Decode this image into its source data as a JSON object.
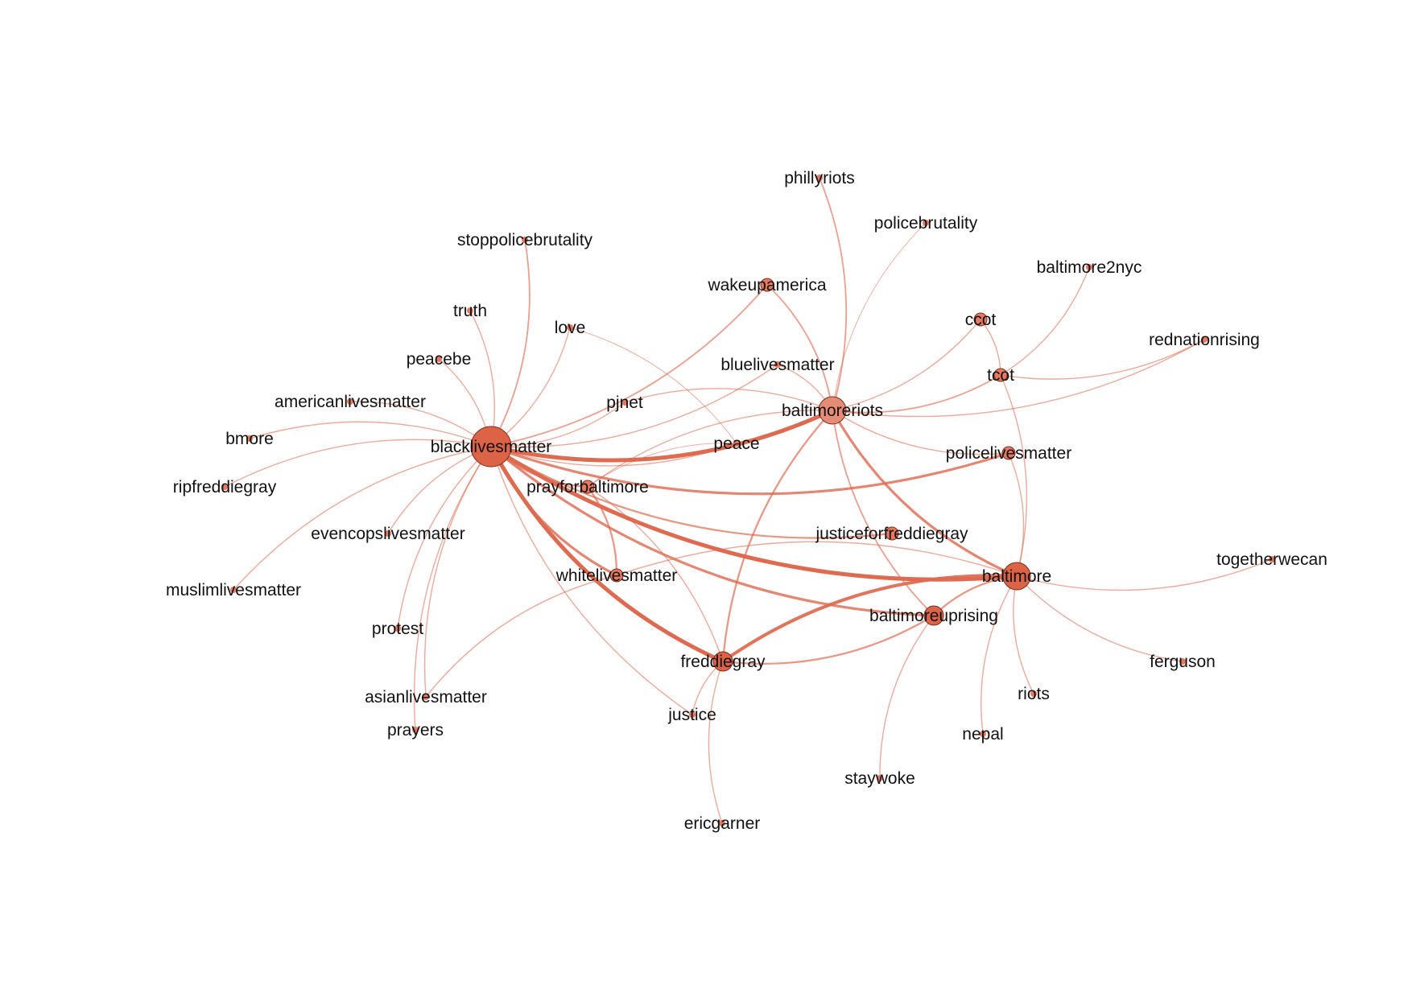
{
  "colors": {
    "edge": "#de6a50",
    "node_main": "#dc6346",
    "node_light": "#e58c76",
    "node_small": "#e67a60",
    "node_stroke": "#7a2d1d",
    "label": "#111111"
  },
  "nodes": [
    {
      "id": "blacklivesmatter",
      "label": "blacklivesmatter",
      "size": "xl"
    },
    {
      "id": "baltimoreriots",
      "label": "baltimoreriots",
      "size": "l",
      "tone": "light"
    },
    {
      "id": "baltimore",
      "label": "baltimore",
      "size": "l"
    },
    {
      "id": "freddiegray",
      "label": "freddiegray",
      "size": "m"
    },
    {
      "id": "baltimoreuprising",
      "label": "baltimoreuprising",
      "size": "m"
    },
    {
      "id": "whitelivesmatter",
      "label": "whitelivesmatter",
      "size": "s"
    },
    {
      "id": "prayforbaltimore",
      "label": "prayforbaltimore",
      "size": "s"
    },
    {
      "id": "policelivesmatter",
      "label": "policelivesmatter",
      "size": "s"
    },
    {
      "id": "justiceforfreddiegray",
      "label": "justiceforfreddiegray",
      "size": "s"
    },
    {
      "id": "wakeupamerica",
      "label": "wakeupamerica",
      "size": "s"
    },
    {
      "id": "tcot",
      "label": "tcot",
      "size": "s"
    },
    {
      "id": "ccot",
      "label": "ccot",
      "size": "s"
    },
    {
      "id": "bluelivesmatter",
      "label": "bluelivesmatter",
      "size": "xs"
    },
    {
      "id": "pjnet",
      "label": "pjnet",
      "size": "xs"
    },
    {
      "id": "peace",
      "label": "peace",
      "size": "xs"
    },
    {
      "id": "love",
      "label": "love",
      "size": "xs"
    },
    {
      "id": "truth",
      "label": "truth",
      "size": "xs"
    },
    {
      "id": "peacebe",
      "label": "peacebe",
      "size": "xs"
    },
    {
      "id": "stoppolicebrutality",
      "label": "stoppolicebrutality",
      "size": "xs"
    },
    {
      "id": "americanlivesmatter",
      "label": "americanlivesmatter",
      "size": "xs"
    },
    {
      "id": "bmore",
      "label": "bmore",
      "size": "xs"
    },
    {
      "id": "ripfreddiegray",
      "label": "ripfreddiegray",
      "size": "xs"
    },
    {
      "id": "evencopslivesmatter",
      "label": "evencopslivesmatter",
      "size": "xs"
    },
    {
      "id": "muslimlivesmatter",
      "label": "muslimlivesmatter",
      "size": "xs"
    },
    {
      "id": "protest",
      "label": "protest",
      "size": "xs"
    },
    {
      "id": "asianlivesmatter",
      "label": "asianlivesmatter",
      "size": "xs"
    },
    {
      "id": "prayers",
      "label": "prayers",
      "size": "xs"
    },
    {
      "id": "justice",
      "label": "justice",
      "size": "xs"
    },
    {
      "id": "ericgarner",
      "label": "ericgarner",
      "size": "xs"
    },
    {
      "id": "staywoke",
      "label": "staywoke",
      "size": "xs"
    },
    {
      "id": "nepal",
      "label": "nepal",
      "size": "xs"
    },
    {
      "id": "riots",
      "label": "riots",
      "size": "xs"
    },
    {
      "id": "ferguson",
      "label": "ferguson",
      "size": "xs"
    },
    {
      "id": "togetherwecan",
      "label": "togetherwecan",
      "size": "xs"
    },
    {
      "id": "rednationrising",
      "label": "rednationrising",
      "size": "xs"
    },
    {
      "id": "baltimore2nyc",
      "label": "baltimore2nyc",
      "size": "xs"
    },
    {
      "id": "policebrutality",
      "label": "policebrutality",
      "size": "xs"
    },
    {
      "id": "phillyriots",
      "label": "phillyriots",
      "size": "xs"
    }
  ],
  "edges": [
    {
      "source": "blacklivesmatter",
      "target": "baltimore",
      "weight": 5
    },
    {
      "source": "blacklivesmatter",
      "target": "freddiegray",
      "weight": 5
    },
    {
      "source": "blacklivesmatter",
      "target": "baltimoreriots",
      "weight": 5
    },
    {
      "source": "blacklivesmatter",
      "target": "baltimoreuprising",
      "weight": 3
    },
    {
      "source": "blacklivesmatter",
      "target": "whitelivesmatter",
      "weight": 3
    },
    {
      "source": "blacklivesmatter",
      "target": "policelivesmatter",
      "weight": 3
    },
    {
      "source": "blacklivesmatter",
      "target": "prayforbaltimore",
      "weight": 2
    },
    {
      "source": "blacklivesmatter",
      "target": "justiceforfreddiegray",
      "weight": 2
    },
    {
      "source": "blacklivesmatter",
      "target": "stoppolicebrutality",
      "weight": 1.5
    },
    {
      "source": "blacklivesmatter",
      "target": "wakeupamerica",
      "weight": 1.5
    },
    {
      "source": "blacklivesmatter",
      "target": "love",
      "weight": 1
    },
    {
      "source": "blacklivesmatter",
      "target": "peace",
      "weight": 1
    },
    {
      "source": "blacklivesmatter",
      "target": "truth",
      "weight": 1
    },
    {
      "source": "blacklivesmatter",
      "target": "peacebe",
      "weight": 1
    },
    {
      "source": "blacklivesmatter",
      "target": "americanlivesmatter",
      "weight": 1
    },
    {
      "source": "blacklivesmatter",
      "target": "bmore",
      "weight": 1
    },
    {
      "source": "blacklivesmatter",
      "target": "ripfreddiegray",
      "weight": 1
    },
    {
      "source": "blacklivesmatter",
      "target": "evencopslivesmatter",
      "weight": 1
    },
    {
      "source": "blacklivesmatter",
      "target": "muslimlivesmatter",
      "weight": 1
    },
    {
      "source": "blacklivesmatter",
      "target": "protest",
      "weight": 1
    },
    {
      "source": "blacklivesmatter",
      "target": "asianlivesmatter",
      "weight": 1
    },
    {
      "source": "blacklivesmatter",
      "target": "prayers",
      "weight": 1
    },
    {
      "source": "blacklivesmatter",
      "target": "justice",
      "weight": 1
    },
    {
      "source": "blacklivesmatter",
      "target": "bluelivesmatter",
      "weight": 1
    },
    {
      "source": "blacklivesmatter",
      "target": "pjnet",
      "weight": 1
    },
    {
      "source": "baltimoreriots",
      "target": "baltimore",
      "weight": 3
    },
    {
      "source": "baltimoreriots",
      "target": "freddiegray",
      "weight": 2
    },
    {
      "source": "baltimoreriots",
      "target": "baltimoreuprising",
      "weight": 1.5
    },
    {
      "source": "baltimoreriots",
      "target": "wakeupamerica",
      "weight": 1.5
    },
    {
      "source": "baltimoreriots",
      "target": "tcot",
      "weight": 1.5
    },
    {
      "source": "baltimoreriots",
      "target": "ccot",
      "weight": 1
    },
    {
      "source": "baltimoreriots",
      "target": "phillyriots",
      "weight": 1.5
    },
    {
      "source": "baltimoreriots",
      "target": "rednationrising",
      "weight": 1
    },
    {
      "source": "baltimoreriots",
      "target": "policelivesmatter",
      "weight": 1
    },
    {
      "source": "baltimoreriots",
      "target": "prayforbaltimore",
      "weight": 1
    },
    {
      "source": "baltimoreriots",
      "target": "bluelivesmatter",
      "weight": 1
    },
    {
      "source": "baltimoreriots",
      "target": "pjnet",
      "weight": 1
    },
    {
      "source": "baltimore",
      "target": "freddiegray",
      "weight": 4
    },
    {
      "source": "baltimore",
      "target": "baltimoreuprising",
      "weight": 2
    },
    {
      "source": "baltimore",
      "target": "togetherwecan",
      "weight": 1
    },
    {
      "source": "baltimore",
      "target": "ferguson",
      "weight": 1
    },
    {
      "source": "baltimore",
      "target": "riots",
      "weight": 1
    },
    {
      "source": "baltimore",
      "target": "nepal",
      "weight": 1
    },
    {
      "source": "baltimore",
      "target": "policelivesmatter",
      "weight": 1
    },
    {
      "source": "baltimore",
      "target": "whitelivesmatter",
      "weight": 1
    },
    {
      "source": "baltimore",
      "target": "tcot",
      "weight": 1
    },
    {
      "source": "freddiegray",
      "target": "baltimoreuprising",
      "weight": 2
    },
    {
      "source": "freddiegray",
      "target": "justice",
      "weight": 1
    },
    {
      "source": "freddiegray",
      "target": "ericgarner",
      "weight": 1
    },
    {
      "source": "freddiegray",
      "target": "prayforbaltimore",
      "weight": 1
    },
    {
      "source": "baltimoreuprising",
      "target": "staywoke",
      "weight": 1
    },
    {
      "source": "whitelivesmatter",
      "target": "prayforbaltimore",
      "weight": 2
    },
    {
      "source": "whitelivesmatter",
      "target": "asianlivesmatter",
      "weight": 1
    },
    {
      "source": "tcot",
      "target": "ccot",
      "weight": 1
    },
    {
      "source": "tcot",
      "target": "baltimore2nyc",
      "weight": 1
    },
    {
      "source": "tcot",
      "target": "rednationrising",
      "weight": 1
    },
    {
      "source": "policebrutality",
      "target": "baltimoreriots",
      "weight": 0.6
    },
    {
      "source": "peace",
      "target": "love",
      "weight": 0.6
    },
    {
      "source": "peace",
      "target": "prayforbaltimore",
      "weight": 0.6
    }
  ]
}
